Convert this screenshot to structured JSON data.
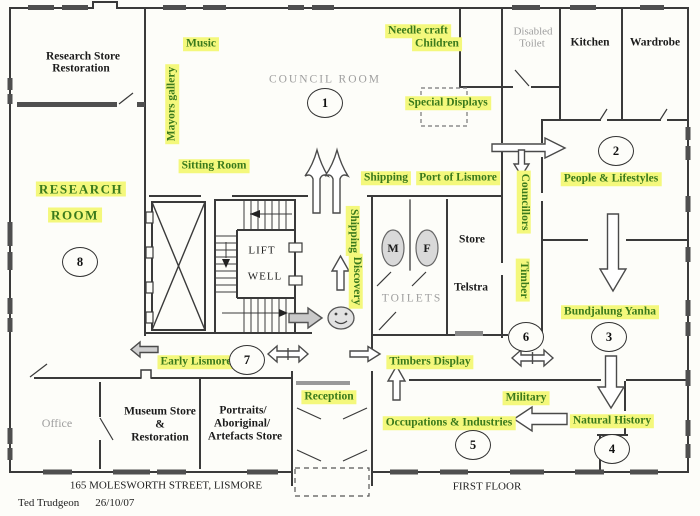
{
  "footer": {
    "address": "165 MOLESWORTH STREET, LISMORE",
    "floor": "FIRST FLOOR",
    "author": "Ted Trudgeon",
    "date": "26/10/07"
  },
  "rooms": {
    "research_store_1": "Research Store",
    "research_store_2": "Restoration",
    "research_room_1": "RESEARCH",
    "research_room_2": "ROOM",
    "council_room": "COUNCIL ROOM",
    "disabled_toilet_1": "Disabled",
    "disabled_toilet_2": "Toilet",
    "kitchen": "Kitchen",
    "wardrobe": "Wardrobe",
    "office": "Office",
    "museum_store_1": "Museum Store",
    "museum_store_2": "&",
    "museum_store_3": "Restoration",
    "portraits_1": "Portraits/",
    "portraits_2": "Aboriginal/",
    "portraits_3": "Artefacts Store",
    "toilets": "TOILETS",
    "toilet_m": "M",
    "toilet_f": "F",
    "store": "Store",
    "telstra": "Telstra",
    "lift_well_1": "LIFT",
    "lift_well_2": "WELL"
  },
  "exhibits": {
    "music": "Music",
    "mayors_gallery": "Mayors gallery",
    "sitting_room": "Sitting Room",
    "needle_craft_1": "Needle craft",
    "needle_craft_2": "Children",
    "special_displays": "Special Displays",
    "shipping": "Shipping",
    "port_of_lismore": "Port of Lismore",
    "councillors": "Councillors",
    "timber": "Timber",
    "people_lifestyles": "People & Lifestyles",
    "bundjalung_yanha": "Bundjalung Yanha",
    "shipping_vertical": "Shipping",
    "discovery_vertical": "Discovery",
    "early_lismore": "Early Lismore",
    "timbers_display": "Timbers Display",
    "reception": "Reception",
    "military": "Military",
    "occupations_industries": "Occupations & Industries",
    "natural_history": "Natural History"
  },
  "stations": [
    "1",
    "2",
    "3",
    "4",
    "5",
    "6",
    "7",
    "8"
  ],
  "colors": {
    "highlight": "#f4f87c",
    "highlight_text": "#3a7a1c",
    "wall": "#3a3a3a",
    "gray_text": "#9e9e9e"
  }
}
